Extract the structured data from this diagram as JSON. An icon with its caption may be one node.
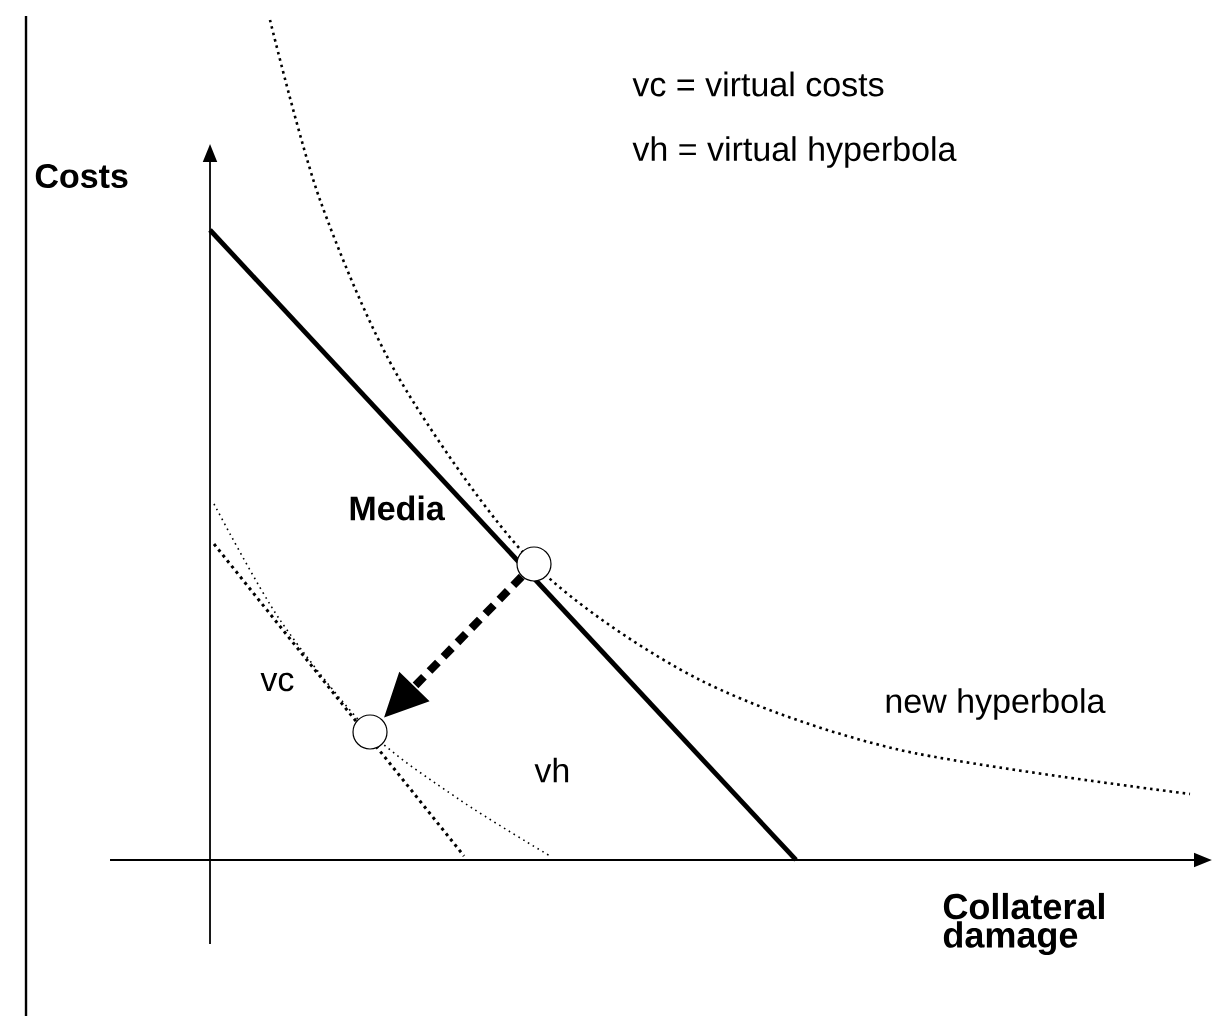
{
  "diagram": {
    "nodes": [
      {
        "text": [],
        "shape": "circle"
      },
      {
        "text": [],
        "shape": "circle"
      }
    ],
    "edges": [
      {
        "from": 0,
        "to": 1,
        "arrow": "to",
        "style": "dashed"
      }
    ],
    "labels": [
      "vc  =  virtual costs",
      "vh  =  virtual hyperbola",
      "Costs",
      "Media",
      "vc",
      "new hyperbola",
      "vh",
      "Collateral damage"
    ]
  }
}
